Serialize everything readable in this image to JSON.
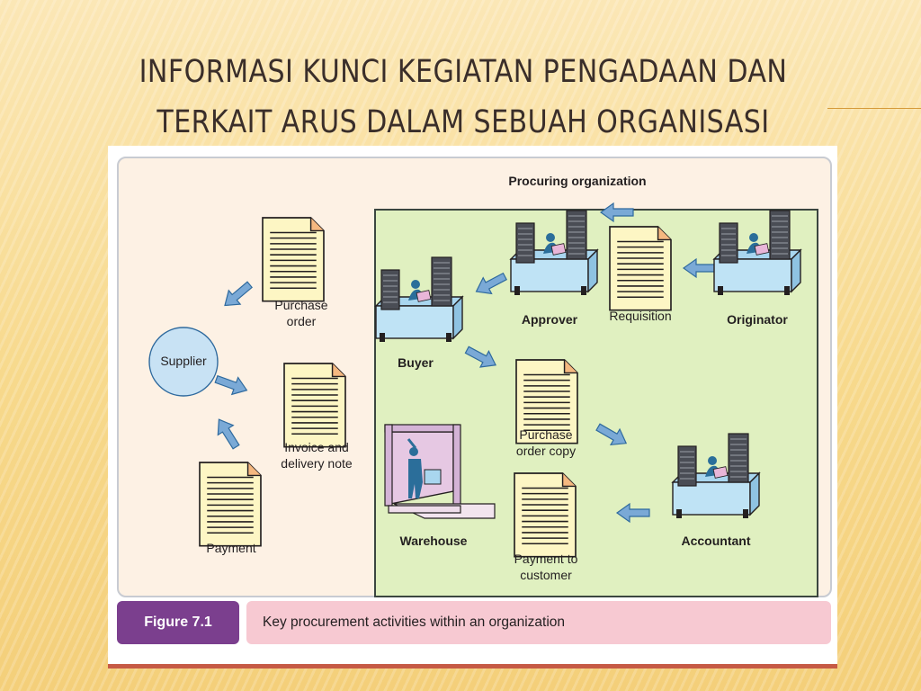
{
  "slide": {
    "title_line1": "INFORMASI KUNCI KEGIATAN PENGADAAN DAN",
    "title_line2": "TERKAIT ARUS DALAM SEBUAH ORGANISASI"
  },
  "diagram": {
    "org_label": "Procuring organization",
    "supplier": "Supplier",
    "docs": {
      "purchase_order": [
        "Purchase",
        "order"
      ],
      "invoice": [
        "Invoice and",
        "delivery note"
      ],
      "payment": "Payment",
      "requisition": "Requisition",
      "po_copy": [
        "Purchase",
        "order copy"
      ],
      "payment_customer": [
        "Payment to",
        "customer"
      ]
    },
    "roles": {
      "buyer": "Buyer",
      "approver": "Approver",
      "originator": "Originator",
      "warehouse": "Warehouse",
      "accountant": "Accountant"
    }
  },
  "caption": {
    "tag": "Figure 7.1",
    "text": "Key procurement activities within an organization"
  },
  "colors": {
    "panel_bg": "#fdf1e4",
    "org_bg": "#e0f0c0",
    "arrow": "#7aa9d6",
    "caption_tag": "#7b3f8e",
    "caption_text_bg": "#f7c9d2"
  }
}
